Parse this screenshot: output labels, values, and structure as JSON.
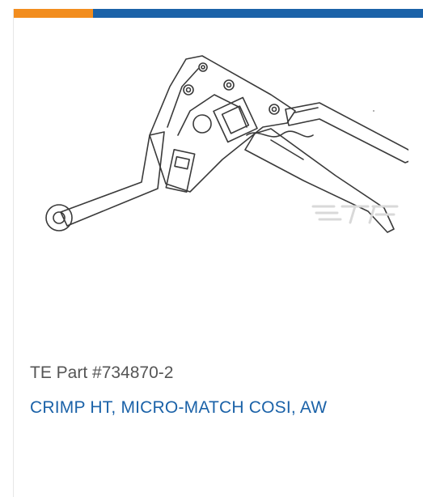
{
  "card": {
    "part_number": "TE Part #734870-2",
    "title": "CRIMP HT, MICRO-MATCH COSI, AW"
  },
  "colors": {
    "accent_orange": "#f28d1e",
    "accent_blue": "#1b62a8",
    "title_link": "#1b62a8",
    "part_text": "#555555"
  },
  "image": {
    "icon": "crimp-tool-drawing"
  }
}
